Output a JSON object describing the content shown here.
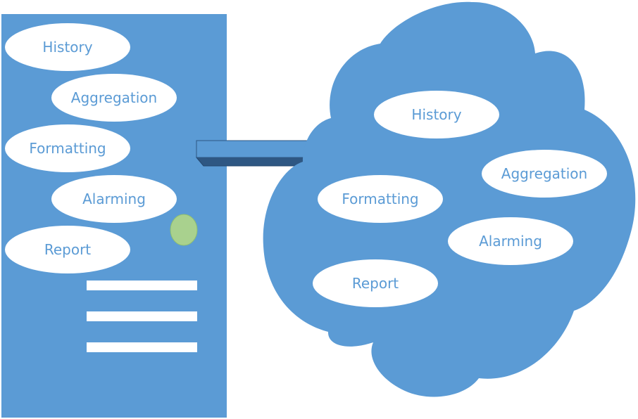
{
  "colors": {
    "panel": "#5b9bd5",
    "cloud": "#5b9bd5",
    "pill_fill": "#ffffff",
    "pill_text": "#5b9bd5",
    "status_dot": "#a9d18e",
    "arrow_light": "#5b9bd5",
    "arrow_dark": "#2e5783"
  },
  "left_panel": {
    "items": [
      {
        "label": "History"
      },
      {
        "label": "Aggregation"
      },
      {
        "label": "Formatting"
      },
      {
        "label": "Alarming"
      },
      {
        "label": "Report"
      }
    ],
    "status_dot_icon": "green-circle",
    "text_lines_icon": "three-white-bars"
  },
  "arrow": {
    "icon": "right-arrow-3d"
  },
  "cloud": {
    "items": [
      {
        "label": "History"
      },
      {
        "label": "Aggregation"
      },
      {
        "label": "Formatting"
      },
      {
        "label": "Alarming"
      },
      {
        "label": "Report"
      }
    ]
  }
}
